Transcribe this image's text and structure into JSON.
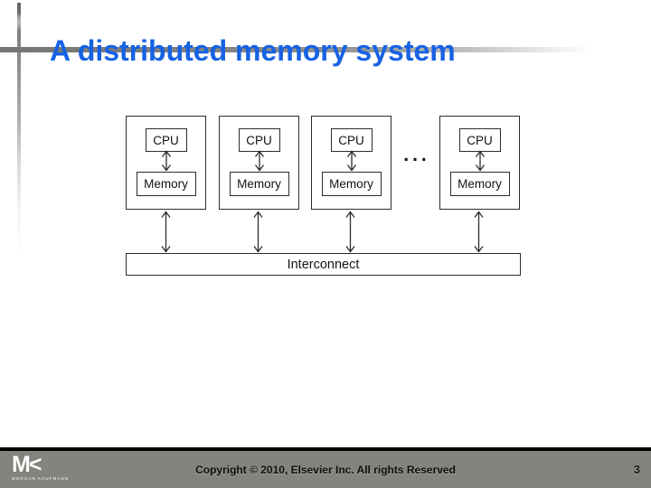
{
  "slide": {
    "title": "A distributed memory system",
    "page_number": "3"
  },
  "diagram": {
    "nodes": [
      {
        "cpu_label": "CPU",
        "memory_label": "Memory"
      },
      {
        "cpu_label": "CPU",
        "memory_label": "Memory"
      },
      {
        "cpu_label": "CPU",
        "memory_label": "Memory"
      },
      {
        "cpu_label": "CPU",
        "memory_label": "Memory"
      }
    ],
    "ellipsis": "...",
    "interconnect_label": "Interconnect"
  },
  "footer": {
    "logo_text": "M<",
    "logo_subtext": "MORGAN KAUFMANN",
    "copyright": "Copyright © 2010, Elsevier Inc. All rights Reserved"
  },
  "colors": {
    "title_blue": "#1662e3",
    "rule_gray": "#828282",
    "diagram_stroke": "#2d2d2d",
    "footer_gray": "#81857e",
    "footer_bar_black": "#000000",
    "logo_white": "#ffffff"
  }
}
